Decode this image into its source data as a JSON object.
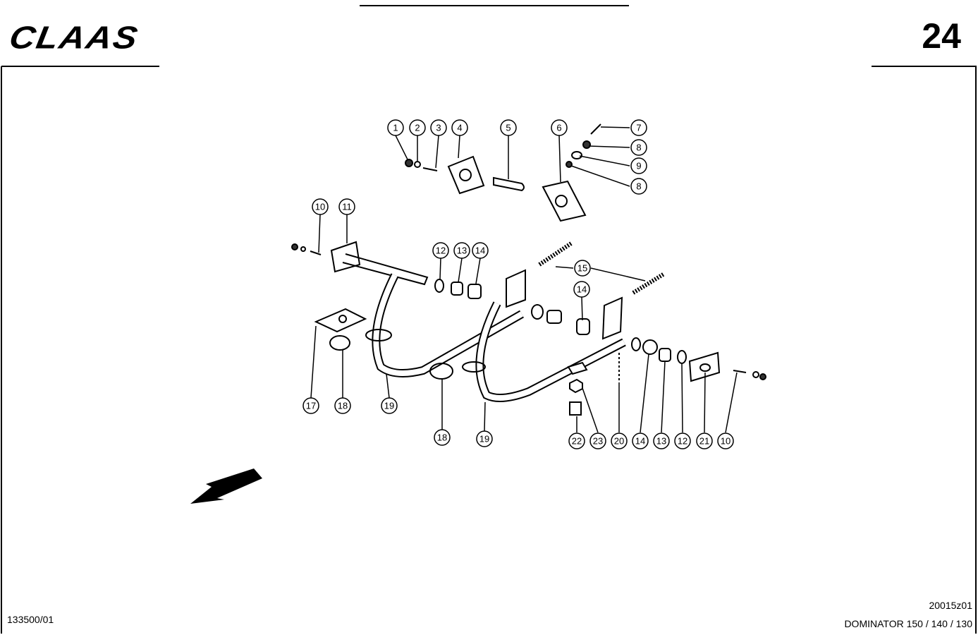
{
  "header": {
    "brand": "CLAAS",
    "page_number": "24"
  },
  "footer": {
    "document_number": "133500/01",
    "drawing_code": "20015z01",
    "model": "DOMINATOR 150 / 140 / 130"
  },
  "callouts": [
    {
      "id": "c1",
      "label": "1"
    },
    {
      "id": "c2",
      "label": "2"
    },
    {
      "id": "c3",
      "label": "3"
    },
    {
      "id": "c4",
      "label": "4"
    },
    {
      "id": "c5",
      "label": "5"
    },
    {
      "id": "c6",
      "label": "6"
    },
    {
      "id": "c7",
      "label": "7"
    },
    {
      "id": "c8a",
      "label": "8"
    },
    {
      "id": "c9",
      "label": "9"
    },
    {
      "id": "c8b",
      "label": "8"
    },
    {
      "id": "c10a",
      "label": "10"
    },
    {
      "id": "c11",
      "label": "11"
    },
    {
      "id": "c12a",
      "label": "12"
    },
    {
      "id": "c13a",
      "label": "13"
    },
    {
      "id": "c14a",
      "label": "14"
    },
    {
      "id": "c15",
      "label": "15"
    },
    {
      "id": "c14b",
      "label": "14"
    },
    {
      "id": "c17",
      "label": "17"
    },
    {
      "id": "c18a",
      "label": "18"
    },
    {
      "id": "c19a",
      "label": "19"
    },
    {
      "id": "c18b",
      "label": "18"
    },
    {
      "id": "c19b",
      "label": "19"
    },
    {
      "id": "c22",
      "label": "22"
    },
    {
      "id": "c23",
      "label": "23"
    },
    {
      "id": "c20",
      "label": "20"
    },
    {
      "id": "c14c",
      "label": "14"
    },
    {
      "id": "c13b",
      "label": "13"
    },
    {
      "id": "c12b",
      "label": "12"
    },
    {
      "id": "c21",
      "label": "21"
    },
    {
      "id": "c10b",
      "label": "10"
    }
  ]
}
